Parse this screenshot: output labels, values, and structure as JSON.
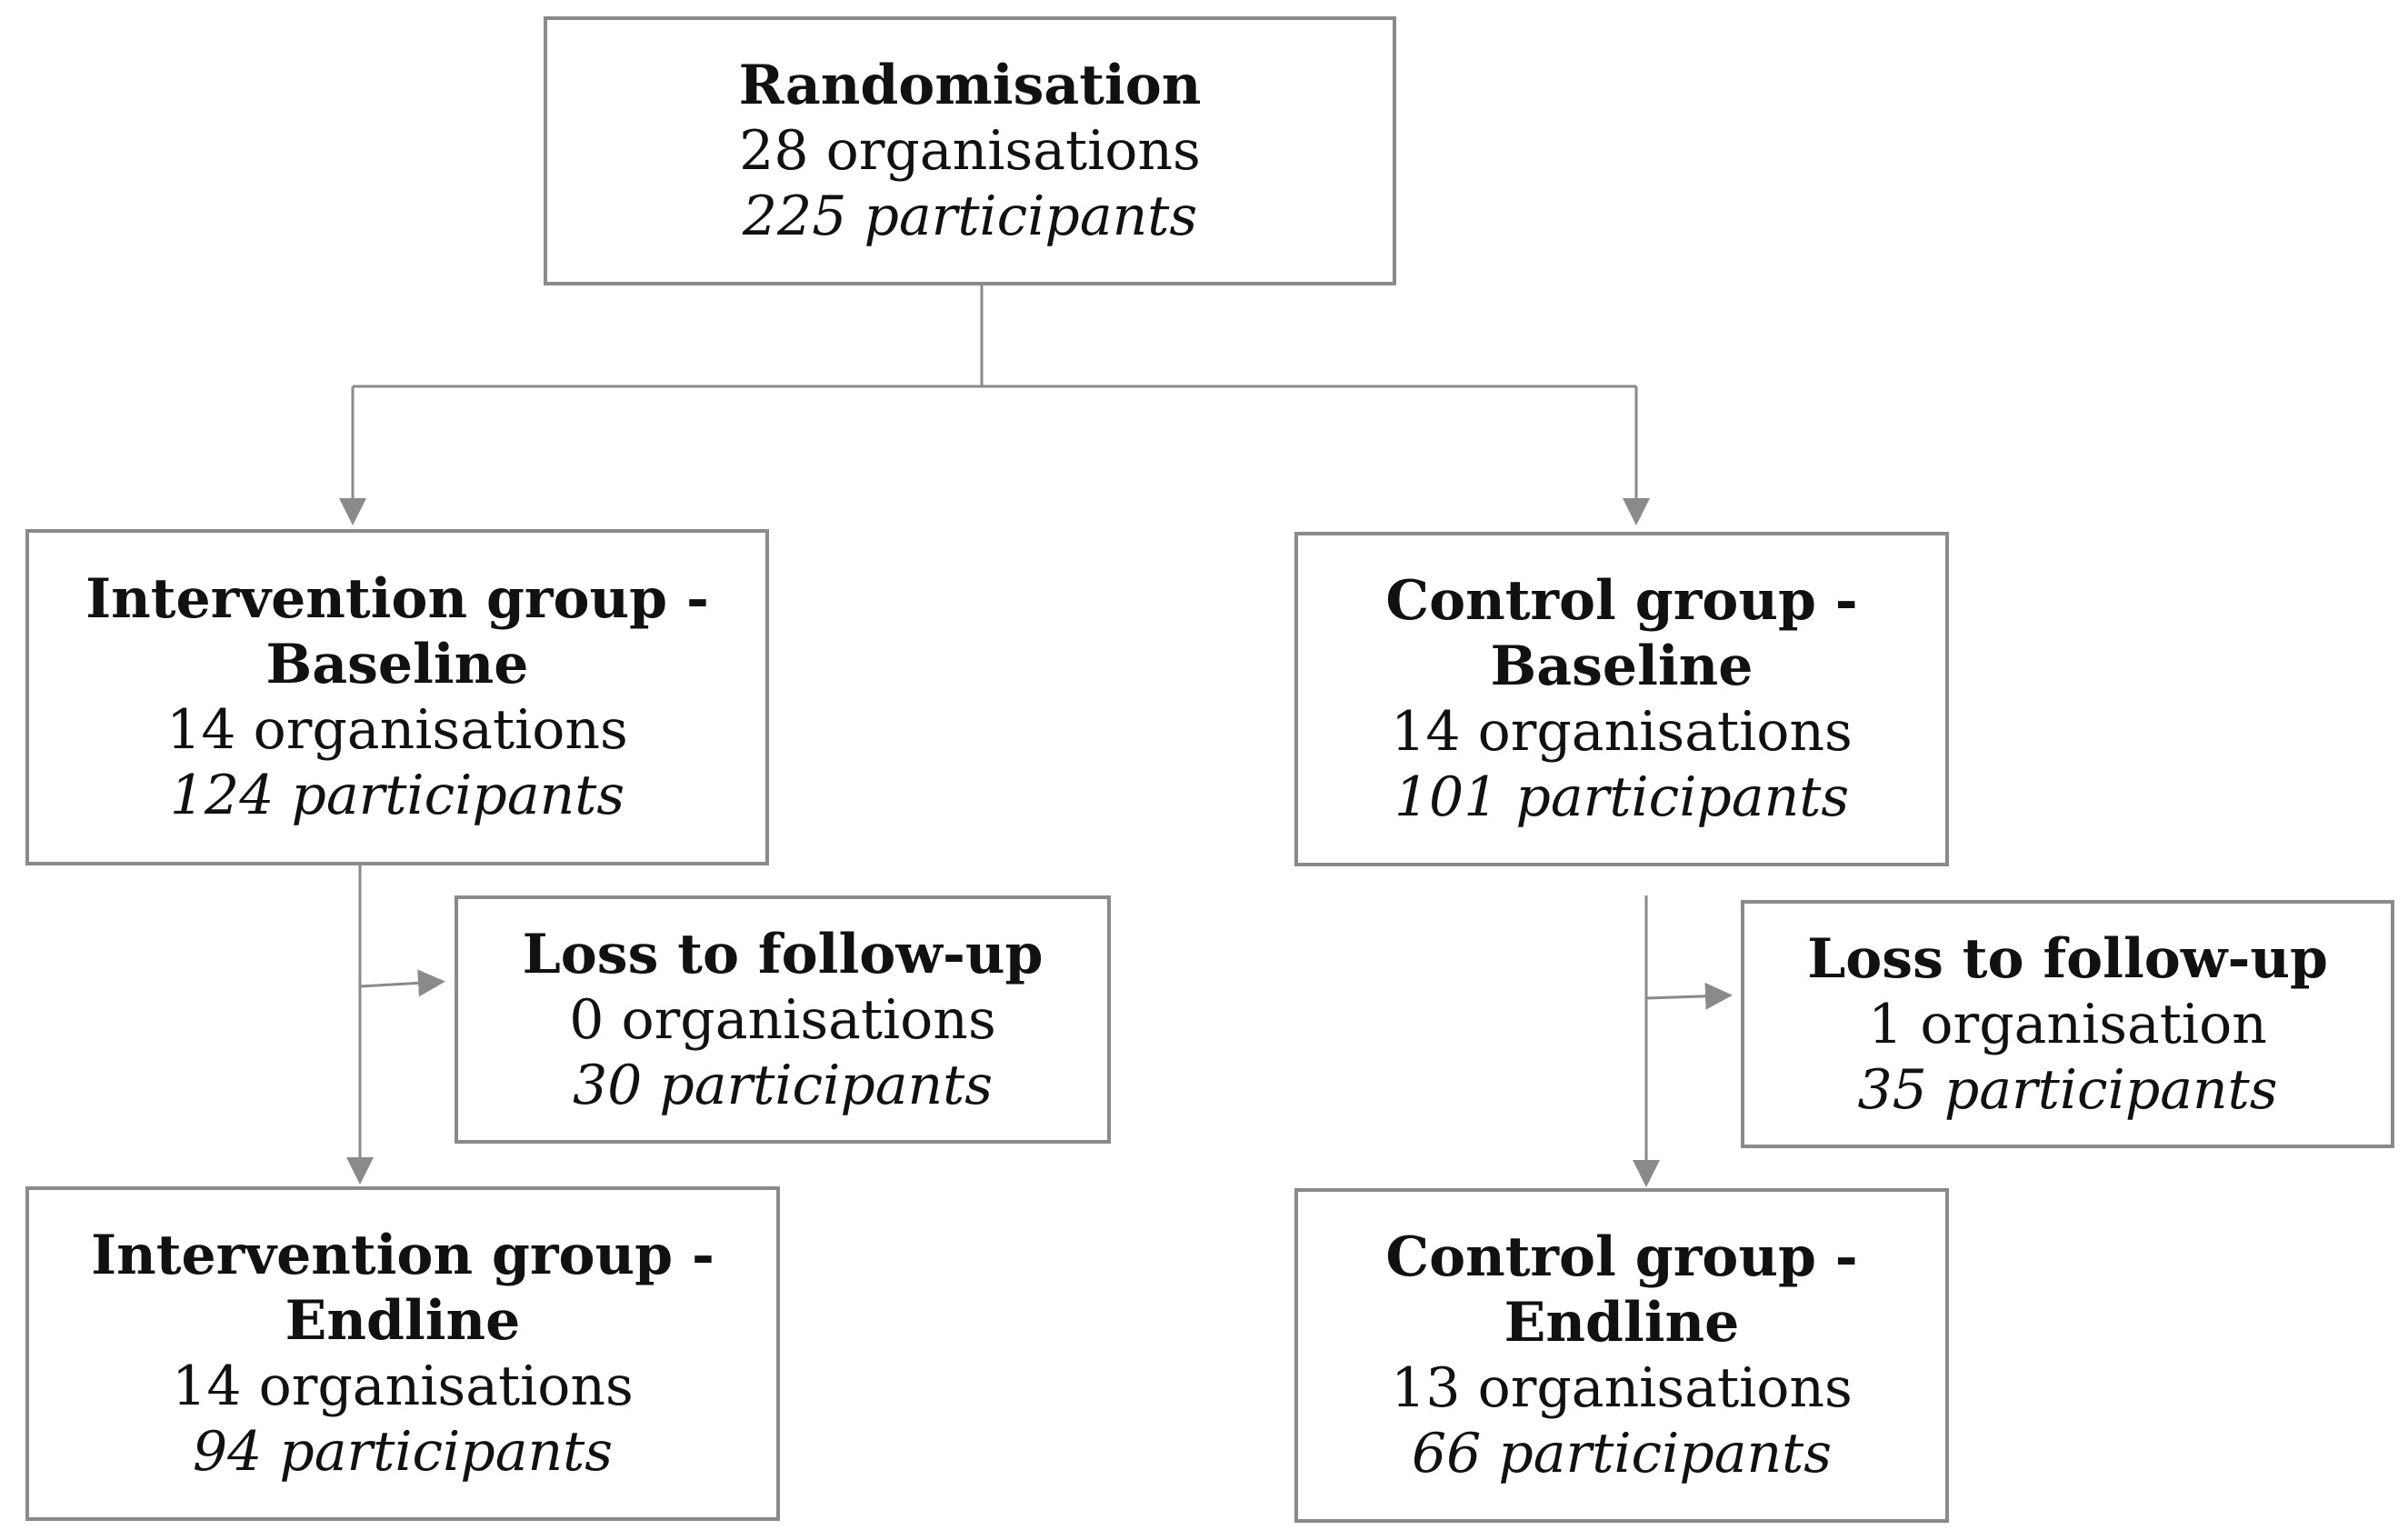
{
  "randomisation": {
    "title": "Randomisation",
    "orgs": "28 organisations",
    "participants": "225 participants"
  },
  "intervention_baseline": {
    "title_line1": "Intervention group -",
    "title_line2": "Baseline",
    "orgs": "14 organisations",
    "participants": "124 participants"
  },
  "control_baseline": {
    "title_line1": "Control group -",
    "title_line2": "Baseline",
    "orgs": "14 organisations",
    "participants": "101 participants"
  },
  "intervention_loss": {
    "title": "Loss to follow-up",
    "orgs": "0 organisations",
    "participants": "30 participants"
  },
  "control_loss": {
    "title": "Loss to follow-up",
    "orgs": "1 organisation",
    "participants": "35 participants"
  },
  "intervention_endline": {
    "title_line1": "Intervention group -",
    "title_line2": "Endline",
    "orgs": "14 organisations",
    "participants": "94 participants"
  },
  "control_endline": {
    "title_line1": "Control group -",
    "title_line2": "Endline",
    "orgs": "13 organisations",
    "participants": "66 participants"
  },
  "colors": {
    "border": "#8a8a8a",
    "connector": "#8a8a8a"
  }
}
